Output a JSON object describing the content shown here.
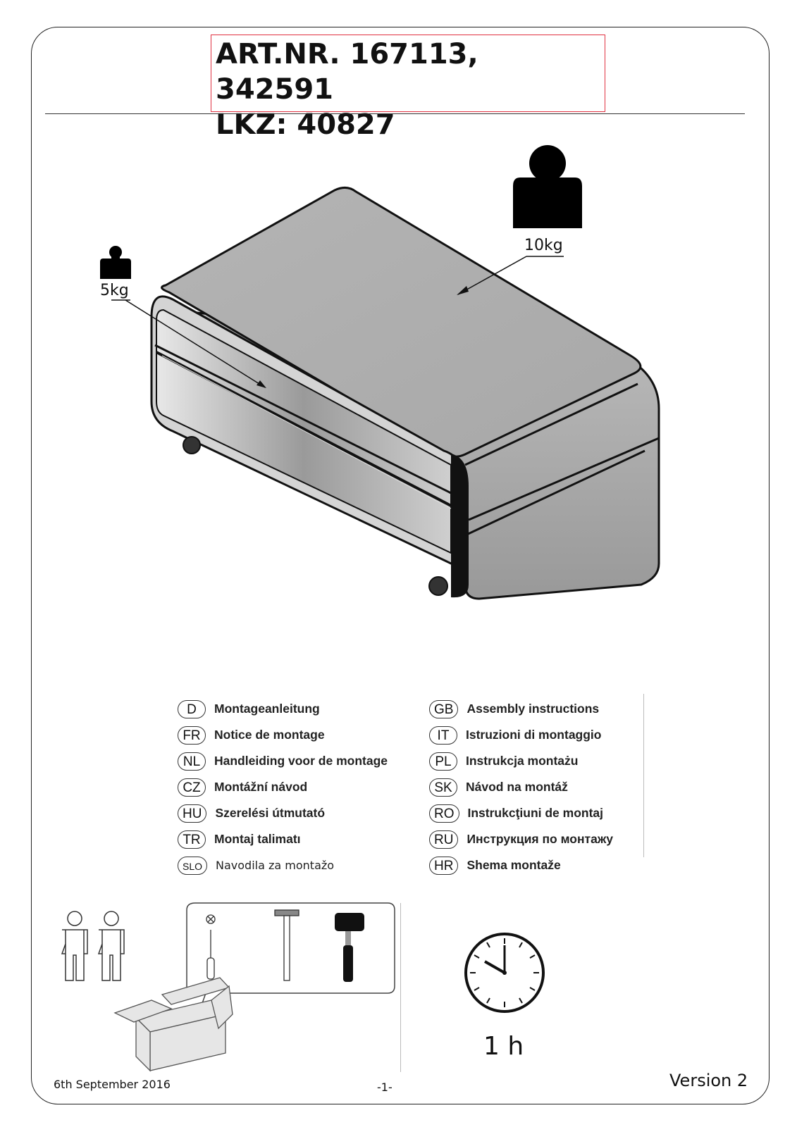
{
  "header": {
    "article_numbers": "ART.NR. 167113, 342591",
    "lkz": "LKZ: 40827"
  },
  "weights": {
    "top_shelf": "10kg",
    "middle_shelf": "5kg"
  },
  "languages": {
    "left": [
      {
        "code": "D",
        "text": "Montageanleitung"
      },
      {
        "code": "FR",
        "text": "Notice de montage"
      },
      {
        "code": "NL",
        "text": "Handleiding voor de montage"
      },
      {
        "code": "CZ",
        "text": "Montážní návod"
      },
      {
        "code": "HU",
        "text": "Szerelési útmutató"
      },
      {
        "code": "TR",
        "text": "Montaj talimatı"
      },
      {
        "code": "SLO",
        "text": "Navodila za montažo"
      }
    ],
    "right": [
      {
        "code": "GB",
        "text": "Assembly instructions"
      },
      {
        "code": "IT",
        "text": "Istruzioni di montaggio"
      },
      {
        "code": "PL",
        "text": "Instrukcja montażu"
      },
      {
        "code": "SK",
        "text": "Návod na montáž"
      },
      {
        "code": "RO",
        "text": "Instrukcţiuni de montaj"
      },
      {
        "code": "RU",
        "text": "Инструкция по монтажу"
      },
      {
        "code": "HR",
        "text": "Shema montaže"
      }
    ]
  },
  "assembly": {
    "persons_icon": "two-persons-icon",
    "tools": [
      "phillips-screwdriver-icon",
      "hammer-icon",
      "rubber-mallet-icon"
    ],
    "toolbox_icon": "toolbox-icon",
    "clock_icon": "clock-icon",
    "time": "1 h"
  },
  "footer": {
    "date": "6th September 2016",
    "page": "-1-",
    "version": "Version 2"
  }
}
